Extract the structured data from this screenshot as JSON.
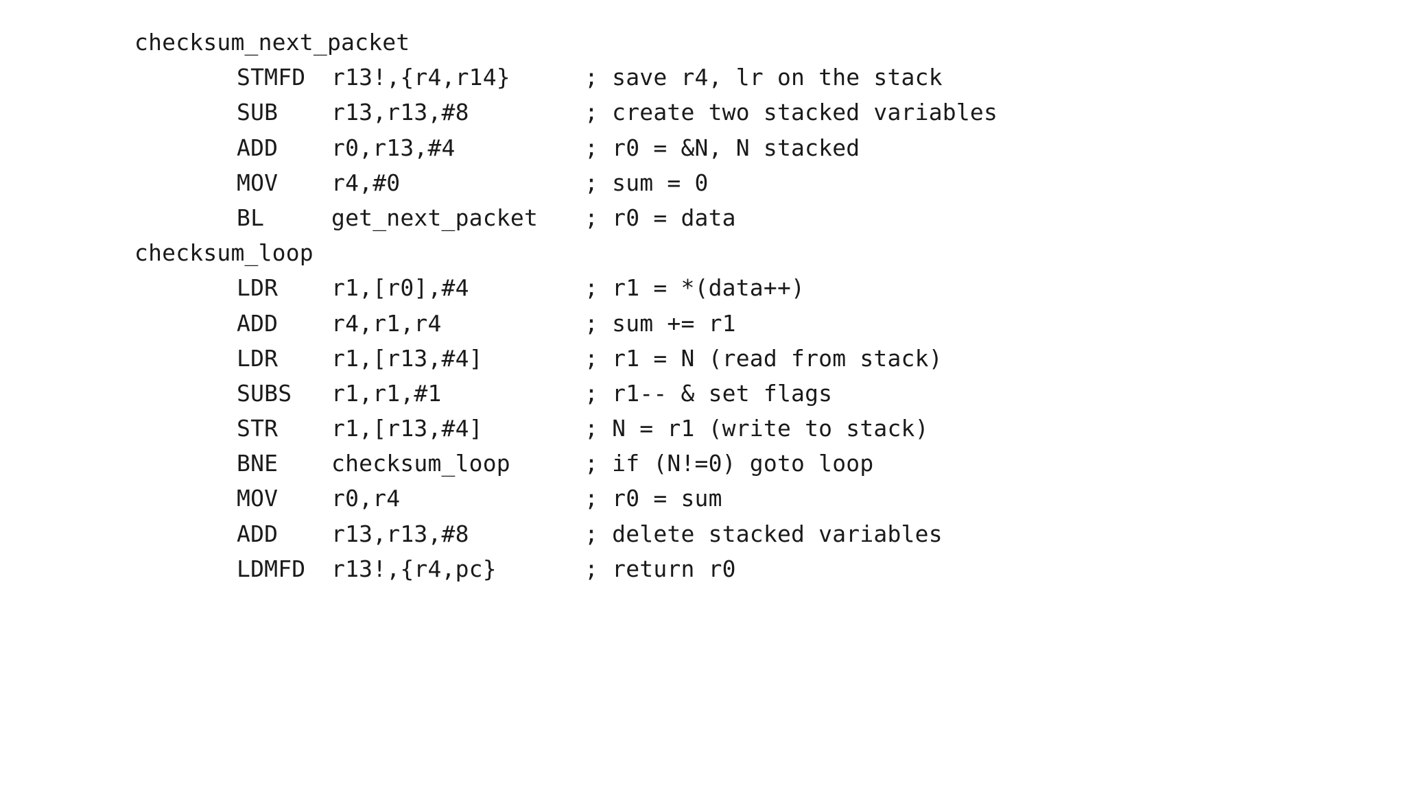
{
  "document": {
    "type": "assembly-code-listing",
    "language": "ARM assembly",
    "comment_prefix": ";",
    "text_color": "#1a1a1a",
    "background_color": "#ffffff"
  },
  "lines": [
    {
      "label": "checksum_next_packet",
      "mnemonic": "",
      "operands": "",
      "comment": ""
    },
    {
      "label": "",
      "mnemonic": "STMFD",
      "operands": "r13!,{r4,r14}",
      "comment": "; save r4, lr on the stack"
    },
    {
      "label": "",
      "mnemonic": "SUB",
      "operands": "r13,r13,#8",
      "comment": "; create two stacked variables"
    },
    {
      "label": "",
      "mnemonic": "ADD",
      "operands": "r0,r13,#4",
      "comment": "; r0 = &N, N stacked"
    },
    {
      "label": "",
      "mnemonic": "MOV",
      "operands": "r4,#0",
      "comment": "; sum = 0"
    },
    {
      "label": "",
      "mnemonic": "BL",
      "operands": "get_next_packet",
      "comment": "; r0 = data"
    },
    {
      "label": "checksum_loop",
      "mnemonic": "",
      "operands": "",
      "comment": ""
    },
    {
      "label": "",
      "mnemonic": "LDR",
      "operands": "r1,[r0],#4",
      "comment": "; r1 = *(data++)"
    },
    {
      "label": "",
      "mnemonic": "ADD",
      "operands": "r4,r1,r4",
      "comment": "; sum += r1"
    },
    {
      "label": "",
      "mnemonic": "LDR",
      "operands": "r1,[r13,#4]",
      "comment": "; r1 = N (read from stack)"
    },
    {
      "label": "",
      "mnemonic": "SUBS",
      "operands": "r1,r1,#1",
      "comment": "; r1-- & set flags"
    },
    {
      "label": "",
      "mnemonic": "STR",
      "operands": "r1,[r13,#4]",
      "comment": "; N = r1 (write to stack)"
    },
    {
      "label": "",
      "mnemonic": "BNE",
      "operands": "checksum_loop",
      "comment": "; if (N!=0) goto loop"
    },
    {
      "label": "",
      "mnemonic": "MOV",
      "operands": "r0,r4",
      "comment": "; r0 = sum"
    },
    {
      "label": "",
      "mnemonic": "ADD",
      "operands": "r13,r13,#8",
      "comment": "; delete stacked variables"
    },
    {
      "label": "",
      "mnemonic": "LDMFD",
      "operands": "r13!,{r4,pc}",
      "comment": "; return r0"
    }
  ]
}
